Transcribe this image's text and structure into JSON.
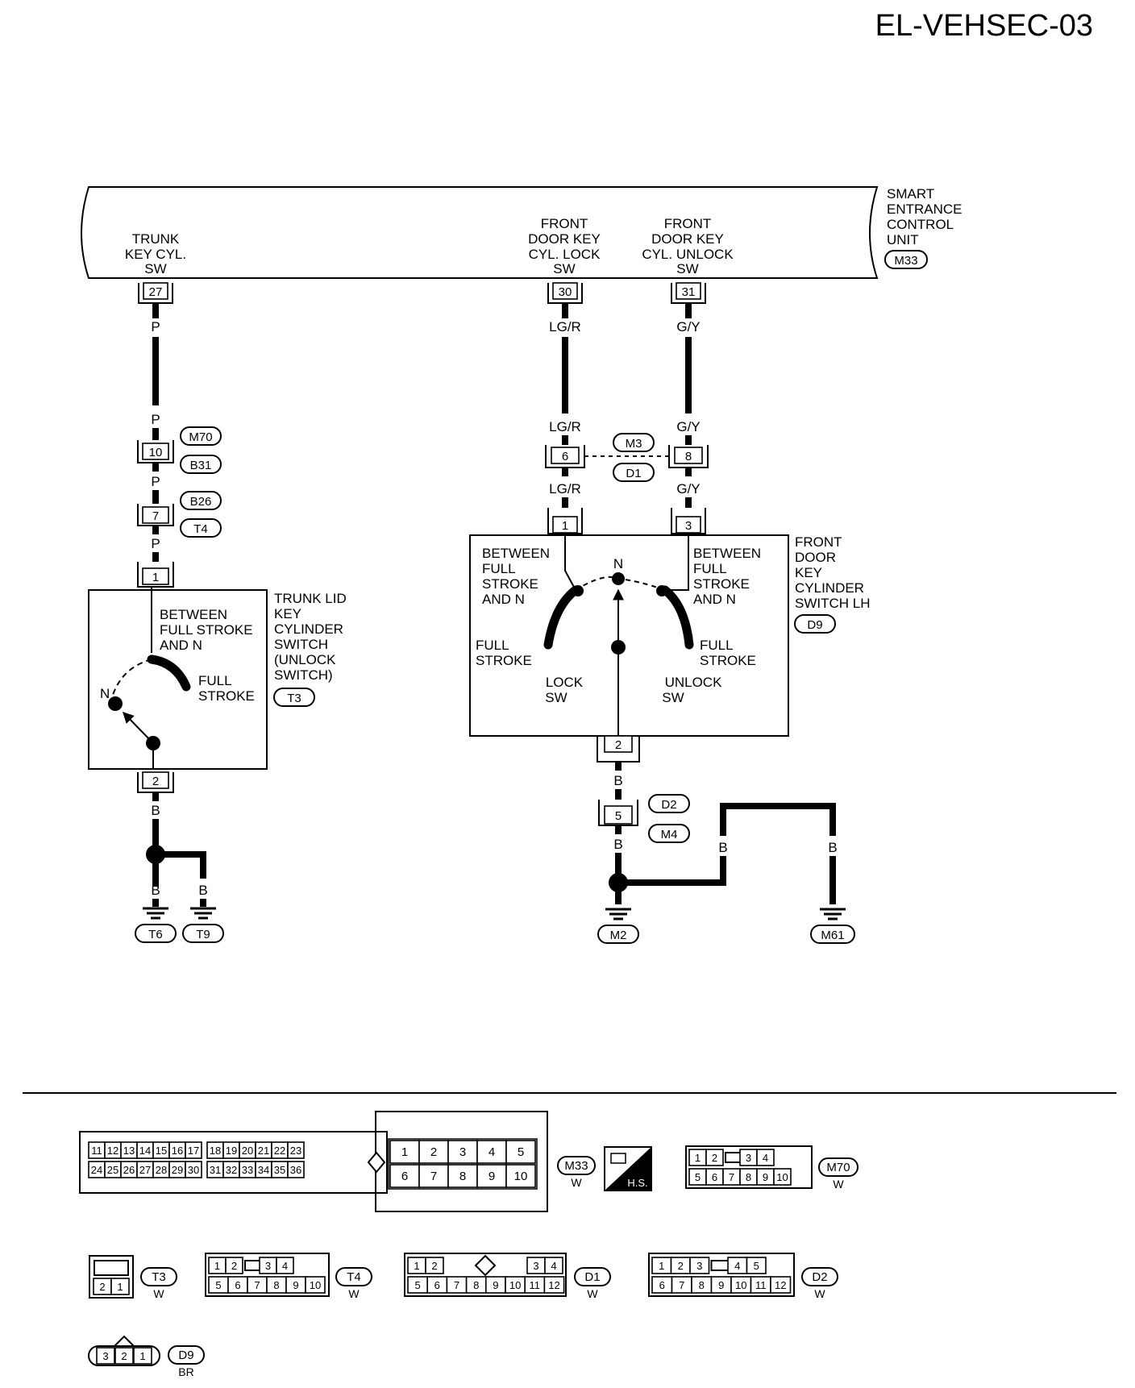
{
  "page": {
    "doc_code": "EL-VEHSEC-03"
  },
  "control_unit": {
    "name_lines": [
      "SMART",
      "ENTRANCE",
      "CONTROL",
      "UNIT"
    ],
    "ref": "M33",
    "inputs": [
      {
        "lines": [
          "TRUNK",
          "KEY CYL.",
          "SW"
        ],
        "pin": "27",
        "wire_top": "P"
      },
      {
        "lines": [
          "FRONT",
          "DOOR KEY",
          "CYL. LOCK",
          "SW"
        ],
        "pin": "30",
        "wire_top": "LG/R"
      },
      {
        "lines": [
          "FRONT",
          "DOOR KEY",
          "CYL. UNLOCK",
          "SW"
        ],
        "pin": "31",
        "wire_top": "G/Y"
      }
    ]
  },
  "trunk_circuit": {
    "wire_labels": [
      "P",
      "P",
      "P"
    ],
    "conn_10": {
      "pin": "10",
      "refs": [
        "M70",
        "B31"
      ]
    },
    "conn_7": {
      "pin": "7",
      "refs": [
        "B26",
        "T4"
      ]
    },
    "switch": {
      "pin_top": "1",
      "pin_bottom": "2",
      "name_lines": [
        "TRUNK LID",
        "KEY",
        "CYLINDER",
        "SWITCH",
        "(UNLOCK",
        "SWITCH)"
      ],
      "ref": "T3",
      "between_lines": [
        "BETWEEN",
        "FULL STROKE",
        "AND N"
      ],
      "full_lines": [
        "FULL",
        "STROKE"
      ],
      "n_label": "N"
    },
    "ground_wire_labels": [
      "B",
      "B",
      "B"
    ],
    "grounds": [
      "T6",
      "T9"
    ]
  },
  "door_circuit": {
    "wire_labels_left": [
      "LG/R",
      "LG/R"
    ],
    "wire_labels_right": [
      "G/Y",
      "G/Y"
    ],
    "conn_6": {
      "pin": "6"
    },
    "conn_8": {
      "pin": "8"
    },
    "link_refs": [
      "M3",
      "D1"
    ],
    "switch": {
      "pin_left": "1",
      "pin_right": "3",
      "pin_bottom": "2",
      "name_lines": [
        "FRONT",
        "DOOR",
        "KEY",
        "CYLINDER",
        "SWITCH LH"
      ],
      "ref": "D9",
      "between_left": [
        "BETWEEN",
        "FULL",
        "STROKE",
        "AND N"
      ],
      "between_right": [
        "BETWEEN",
        "FULL",
        "STROKE",
        "AND N"
      ],
      "full_left": [
        "FULL",
        "STROKE"
      ],
      "full_right": [
        "FULL",
        "STROKE"
      ],
      "lock_sw": [
        "LOCK",
        "SW"
      ],
      "unlock_sw": [
        "UNLOCK",
        "SW"
      ],
      "n_label": "N"
    },
    "conn_5": {
      "pin": "5",
      "refs": [
        "D2",
        "M4"
      ]
    },
    "ground_wire_labels": [
      "B",
      "B",
      "B",
      "B"
    ],
    "grounds": [
      "M2",
      "M61"
    ]
  },
  "connectors": {
    "m33": {
      "ref": "M33",
      "color": "W",
      "hs_label": "H.S.",
      "row1": [
        "11",
        "12",
        "13",
        "14",
        "15",
        "16",
        "17",
        "18",
        "19",
        "20",
        "21",
        "22",
        "23"
      ],
      "row2": [
        "24",
        "25",
        "26",
        "27",
        "28",
        "29",
        "30",
        "31",
        "32",
        "33",
        "34",
        "35",
        "36"
      ],
      "big_row1": [
        "1",
        "2",
        "3",
        "4",
        "5"
      ],
      "big_row2": [
        "6",
        "7",
        "8",
        "9",
        "10"
      ]
    },
    "m70": {
      "ref": "M70",
      "color": "W",
      "row1": [
        "1",
        "2",
        "",
        "3",
        "4"
      ],
      "row2": [
        "5",
        "6",
        "7",
        "8",
        "9",
        "10"
      ]
    },
    "t3": {
      "ref": "T3",
      "color": "W",
      "row2": [
        "2",
        "1"
      ]
    },
    "t4": {
      "ref": "T4",
      "color": "W",
      "row1": [
        "1",
        "2",
        "",
        "3",
        "4"
      ],
      "row2": [
        "5",
        "6",
        "7",
        "8",
        "9",
        "10"
      ]
    },
    "d1": {
      "ref": "D1",
      "color": "W",
      "row1": [
        "1",
        "2",
        "",
        "3",
        "4"
      ],
      "row2": [
        "5",
        "6",
        "7",
        "8",
        "9",
        "10",
        "11",
        "12"
      ]
    },
    "d2": {
      "ref": "D2",
      "color": "W",
      "row1": [
        "1",
        "2",
        "3",
        "",
        "4",
        "5"
      ],
      "row2": [
        "6",
        "7",
        "8",
        "9",
        "10",
        "11",
        "12"
      ]
    },
    "d9": {
      "ref": "D9",
      "color": "BR",
      "pins": [
        "3",
        "2",
        "1"
      ]
    }
  }
}
